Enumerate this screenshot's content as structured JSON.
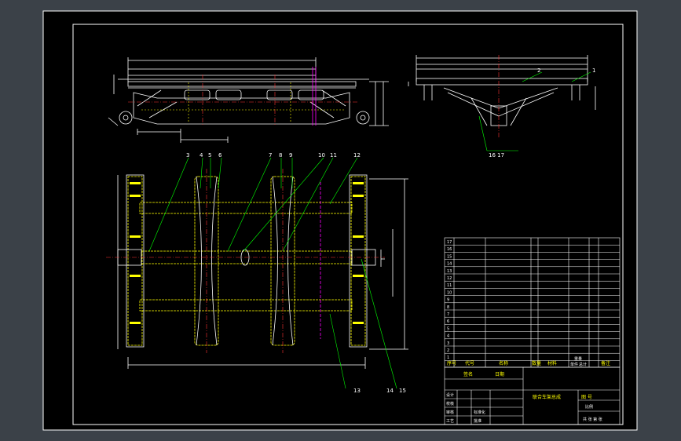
{
  "drawing": {
    "callouts_top_right": [
      "1",
      "2",
      "16 17"
    ],
    "callouts_plan": [
      "3",
      "4",
      "5",
      "6",
      "7",
      "8",
      "9",
      "10",
      "11",
      "12",
      "13",
      "14",
      "15"
    ],
    "title_block": {
      "title": "联合车架总成",
      "drawing_no_label": "图 号",
      "header_cells": [
        "序号",
        "代号",
        "名称",
        "数量",
        "材料",
        "单件",
        "总计",
        "重量",
        "备注"
      ],
      "bottom_labels": [
        "设计",
        "校核",
        "审核",
        "工艺",
        "批准",
        "标准化",
        "签名",
        "日期"
      ],
      "scale_label": "比例",
      "sheet_label": "共 张 第 张"
    },
    "bom_rows": [
      "17",
      "16",
      "15",
      "14",
      "13",
      "12",
      "11",
      "10",
      "9",
      "8",
      "7",
      "6",
      "5",
      "4",
      "3",
      "2",
      "1"
    ],
    "colors": {
      "background": "#000000",
      "outer_bg": "#3b4148",
      "frame_border": "#00ff00",
      "geometry": "#ffffff",
      "dimensions": "#ffffff",
      "center_lines": "#ff3333",
      "hidden_lines": "#ffff00",
      "section_marks": "#ff00ff",
      "leader_lines": "#00ff00"
    }
  }
}
